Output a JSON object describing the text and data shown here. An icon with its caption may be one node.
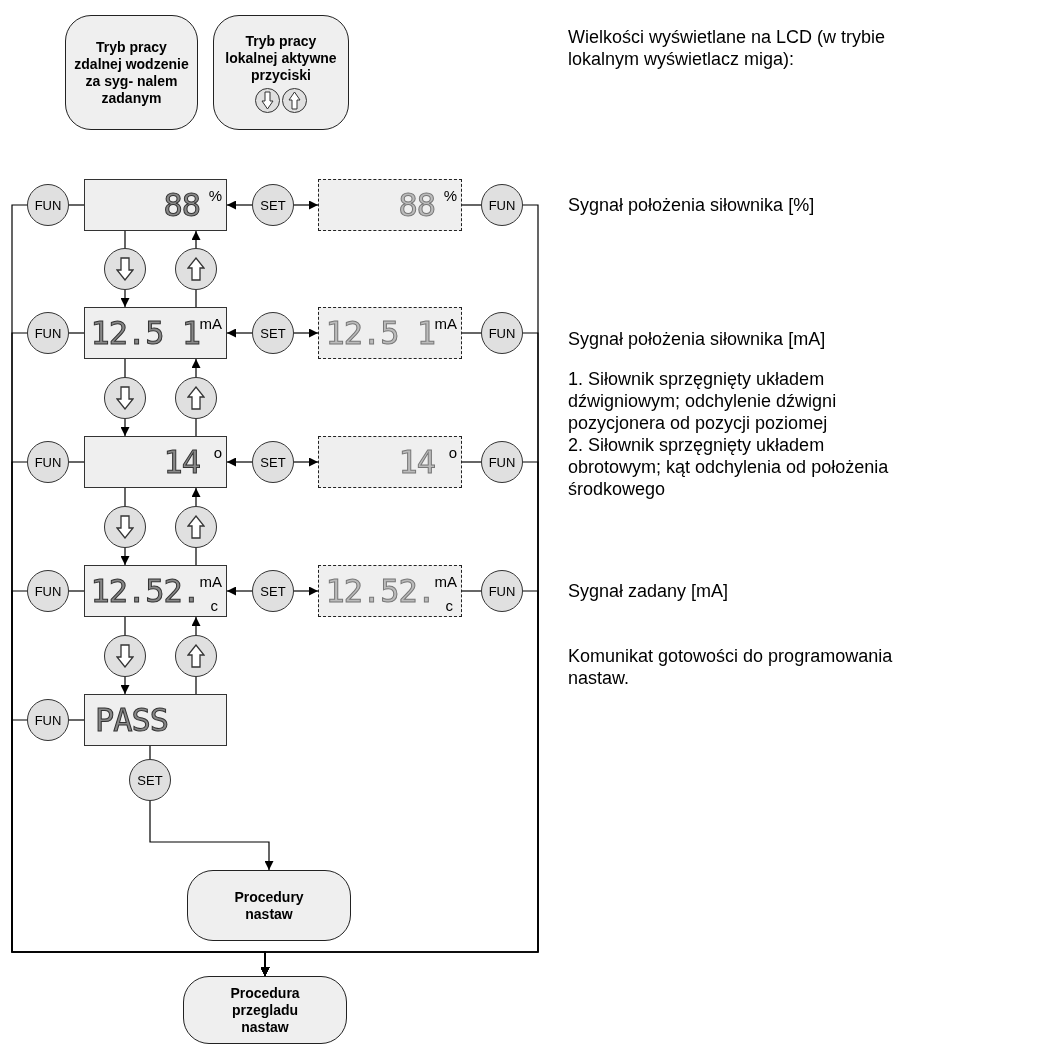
{
  "diagram": {
    "nodes": [
      {
        "text": [
          "Tryb pracy zdalnej wodzenie za syg- nalem zadanym"
        ]
      },
      {
        "text": [
          "Tryb pracy lokalnej aktywne przyciski"
        ]
      },
      {
        "text": [
          "FUN"
        ]
      },
      {
        "text": [
          "88",
          "%"
        ]
      },
      {
        "text": [
          "SET"
        ]
      },
      {
        "text": [
          "88",
          "%"
        ]
      },
      {
        "text": [
          "FUN"
        ]
      },
      {
        "text": [],
        "shape": "circle"
      },
      {
        "text": [],
        "shape": "circle"
      },
      {
        "text": [
          "FUN"
        ]
      },
      {
        "text": [
          "12.5 1",
          "mA"
        ]
      },
      {
        "text": [
          "SET"
        ]
      },
      {
        "text": [
          "12.5 1",
          "mA"
        ]
      },
      {
        "text": [
          "FUN"
        ]
      },
      {
        "text": [],
        "shape": "circle"
      },
      {
        "text": [],
        "shape": "circle"
      },
      {
        "text": [
          "FUN"
        ]
      },
      {
        "text": [
          "14",
          "o"
        ]
      },
      {
        "text": [
          "SET"
        ]
      },
      {
        "text": [
          "14",
          "o"
        ]
      },
      {
        "text": [
          "FUN"
        ]
      },
      {
        "text": [],
        "shape": "circle"
      },
      {
        "text": [],
        "shape": "circle"
      },
      {
        "text": [
          "FUN"
        ]
      },
      {
        "text": [
          "12.52.",
          "mA",
          "c"
        ]
      },
      {
        "text": [
          "SET"
        ]
      },
      {
        "text": [
          "12.52.",
          "mA",
          "c"
        ]
      },
      {
        "text": [
          "FUN"
        ]
      },
      {
        "text": [],
        "shape": "circle"
      },
      {
        "text": [],
        "shape": "circle"
      },
      {
        "text": [
          "FUN"
        ]
      },
      {
        "text": [
          "PASS"
        ]
      },
      {
        "text": [
          "SET"
        ]
      },
      {
        "text": [
          "Procedury nastaw"
        ]
      },
      {
        "text": [
          "Procedura przegladu nastaw"
        ]
      }
    ],
    "edges": [
      {
        "from": 2,
        "to": 3,
        "arrow": "none"
      },
      {
        "from": 4,
        "to": 3,
        "arrow": "to"
      },
      {
        "from": 4,
        "to": 5,
        "arrow": "to"
      },
      {
        "from": 5,
        "to": 6,
        "arrow": "none"
      },
      {
        "from": 3,
        "to": 7,
        "arrow": "none"
      },
      {
        "from": 7,
        "to": 10,
        "arrow": "to"
      },
      {
        "from": 10,
        "to": 8,
        "arrow": "none"
      },
      {
        "from": 8,
        "to": 3,
        "arrow": "to"
      },
      {
        "from": 9,
        "to": 10,
        "arrow": "none"
      },
      {
        "from": 11,
        "to": 10,
        "arrow": "to"
      },
      {
        "from": 11,
        "to": 12,
        "arrow": "to"
      },
      {
        "from": 12,
        "to": 13,
        "arrow": "none"
      },
      {
        "from": 10,
        "to": 14,
        "arrow": "none"
      },
      {
        "from": 14,
        "to": 17,
        "arrow": "to"
      },
      {
        "from": 17,
        "to": 15,
        "arrow": "none"
      },
      {
        "from": 15,
        "to": 10,
        "arrow": "to"
      },
      {
        "from": 16,
        "to": 17,
        "arrow": "none"
      },
      {
        "from": 18,
        "to": 17,
        "arrow": "to"
      },
      {
        "from": 18,
        "to": 19,
        "arrow": "to"
      },
      {
        "from": 19,
        "to": 20,
        "arrow": "none"
      },
      {
        "from": 17,
        "to": 21,
        "arrow": "none"
      },
      {
        "from": 21,
        "to": 24,
        "arrow": "to"
      },
      {
        "from": 24,
        "to": 22,
        "arrow": "none"
      },
      {
        "from": 22,
        "to": 17,
        "arrow": "to"
      },
      {
        "from": 23,
        "to": 24,
        "arrow": "none"
      },
      {
        "from": 25,
        "to": 24,
        "arrow": "to"
      },
      {
        "from": 25,
        "to": 26,
        "arrow": "to"
      },
      {
        "from": 26,
        "to": 27,
        "arrow": "none"
      },
      {
        "from": 24,
        "to": 28,
        "arrow": "none"
      },
      {
        "from": 28,
        "to": 31,
        "arrow": "to"
      },
      {
        "from": 31,
        "to": 29,
        "arrow": "none"
      },
      {
        "from": 29,
        "to": 24,
        "arrow": "to"
      },
      {
        "from": 30,
        "to": 31,
        "arrow": "none"
      },
      {
        "from": 31,
        "to": 32,
        "arrow": "none"
      },
      {
        "from": 32,
        "to": 33,
        "arrow": "to"
      },
      {
        "from": 2,
        "to": 34,
        "arrow": "to"
      },
      {
        "from": 6,
        "to": 34,
        "arrow": "to"
      },
      {
        "from": 9,
        "to": 34,
        "arrow": "to"
      },
      {
        "from": 13,
        "to": 34,
        "arrow": "to"
      },
      {
        "from": 16,
        "to": 34,
        "arrow": "to"
      },
      {
        "from": 20,
        "to": 34,
        "arrow": "to"
      },
      {
        "from": 23,
        "to": 34,
        "arrow": "to"
      },
      {
        "from": 27,
        "to": 34,
        "arrow": "to"
      },
      {
        "from": 30,
        "to": 34,
        "arrow": "to"
      }
    ],
    "labels": [
      "Wielkości wyświetlane na LCD (w trybie lokalnym wyświetlacz miga):",
      "Sygnał położenia siłownika [%]",
      "Sygnał położenia siłownika [mA]",
      "1. Siłownik sprzęgnięty układem dźwigniowym; odchylenie dźwigni pozycjonera od pozycji poziomej",
      "2. Siłownik sprzęgnięty układem obrotowym; kąt odchylenia od położenia środkowego",
      "Sygnał zadany [mA]",
      "Komunikat gotowości do programowania nastaw."
    ]
  }
}
